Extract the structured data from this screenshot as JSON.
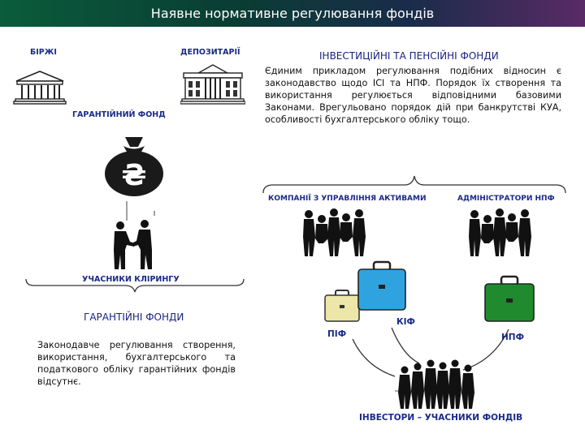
{
  "header": {
    "title": "Наявне нормативне регулювання фондів"
  },
  "left": {
    "exchanges": "БІРЖІ",
    "depositories": "ДЕПОЗИТАРІЇ",
    "guarantee_fund": "ГАРАНТІЙНИЙ ФОНД",
    "currency_symbol": "₴",
    "clearing_participants": "УЧАСНИКИ КЛІРИНГУ",
    "guarantee_funds": "ГАРАНТІЙНІ ФОНДИ",
    "guarantee_text": "Законодавче регулювання створення, використання, бухгалтерського та податкового обліку гарантійних фондів відсутнє."
  },
  "right": {
    "heading": "ІНВЕСТИЦІЙНІ ТА ПЕНСІЙНІ ФОНДИ",
    "paragraph": "Єдиним прикладом регулювання подібних відносин є законодавство щодо ІСІ та НПФ. Порядок їх створення та використання регулюється відповідними базовими Законами. Врегульовано порядок дій при банкрутстві КУА, особливості бухгалтерського обліку тощо.",
    "asset_managers": "КОМПАНІЇ З УПРАВЛІННЯ АКТИВАМИ",
    "npf_admins": "АДМІНІСТРАТОРИ НПФ",
    "pif": "ПІФ",
    "kif": "КІФ",
    "npf": "НПФ",
    "investors": "ІНВЕСТОРИ – УЧАСНИКИ ФОНДІВ"
  },
  "colors": {
    "header_start": "#0a5c3c",
    "header_end": "#5a2a66",
    "label_blue": "#1a2a8a",
    "briefcase_yellow": "#ece6a8",
    "briefcase_blue": "#2fa3e0",
    "briefcase_green": "#1f8a2e"
  },
  "icons": [
    "bank-building-icon",
    "depository-building-icon",
    "money-bag-icon",
    "handshake-icon",
    "people-group-icon",
    "briefcase-icon"
  ]
}
